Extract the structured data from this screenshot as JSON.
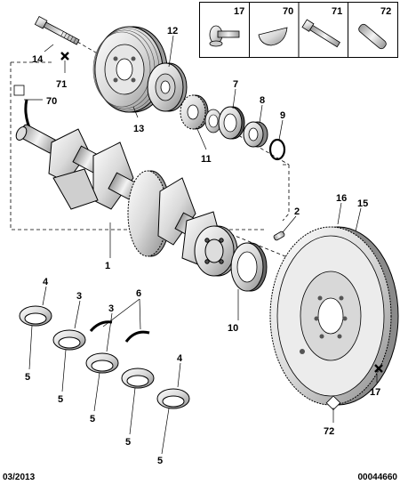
{
  "legend": {
    "items": [
      {
        "code": "17",
        "icon": "bolt-cap-icon"
      },
      {
        "code": "70",
        "icon": "woodruff-key-icon"
      },
      {
        "code": "71",
        "icon": "long-bolt-icon"
      },
      {
        "code": "72",
        "icon": "dowel-pin-icon"
      }
    ]
  },
  "callouts": {
    "c1": "1",
    "c2": "2",
    "c3a": "3",
    "c3b": "3",
    "c4a": "4",
    "c4b": "4",
    "c5a": "5",
    "c5b": "5",
    "c5c": "5",
    "c5d": "5",
    "c5e": "5",
    "c6": "6",
    "c7": "7",
    "c8": "8",
    "c9": "9",
    "c10": "10",
    "c11": "11",
    "c12": "12",
    "c13": "13",
    "c14": "14",
    "c15": "15",
    "c16": "16",
    "c17": "17",
    "c70": "70",
    "c71": "71",
    "c72": "72"
  },
  "footer": {
    "date": "03/2013",
    "ref": "00044660"
  },
  "colors": {
    "line": "#000000",
    "part_fill": "#f2f2f2",
    "shade": "#bdbdbd",
    "dark": "#555555"
  }
}
